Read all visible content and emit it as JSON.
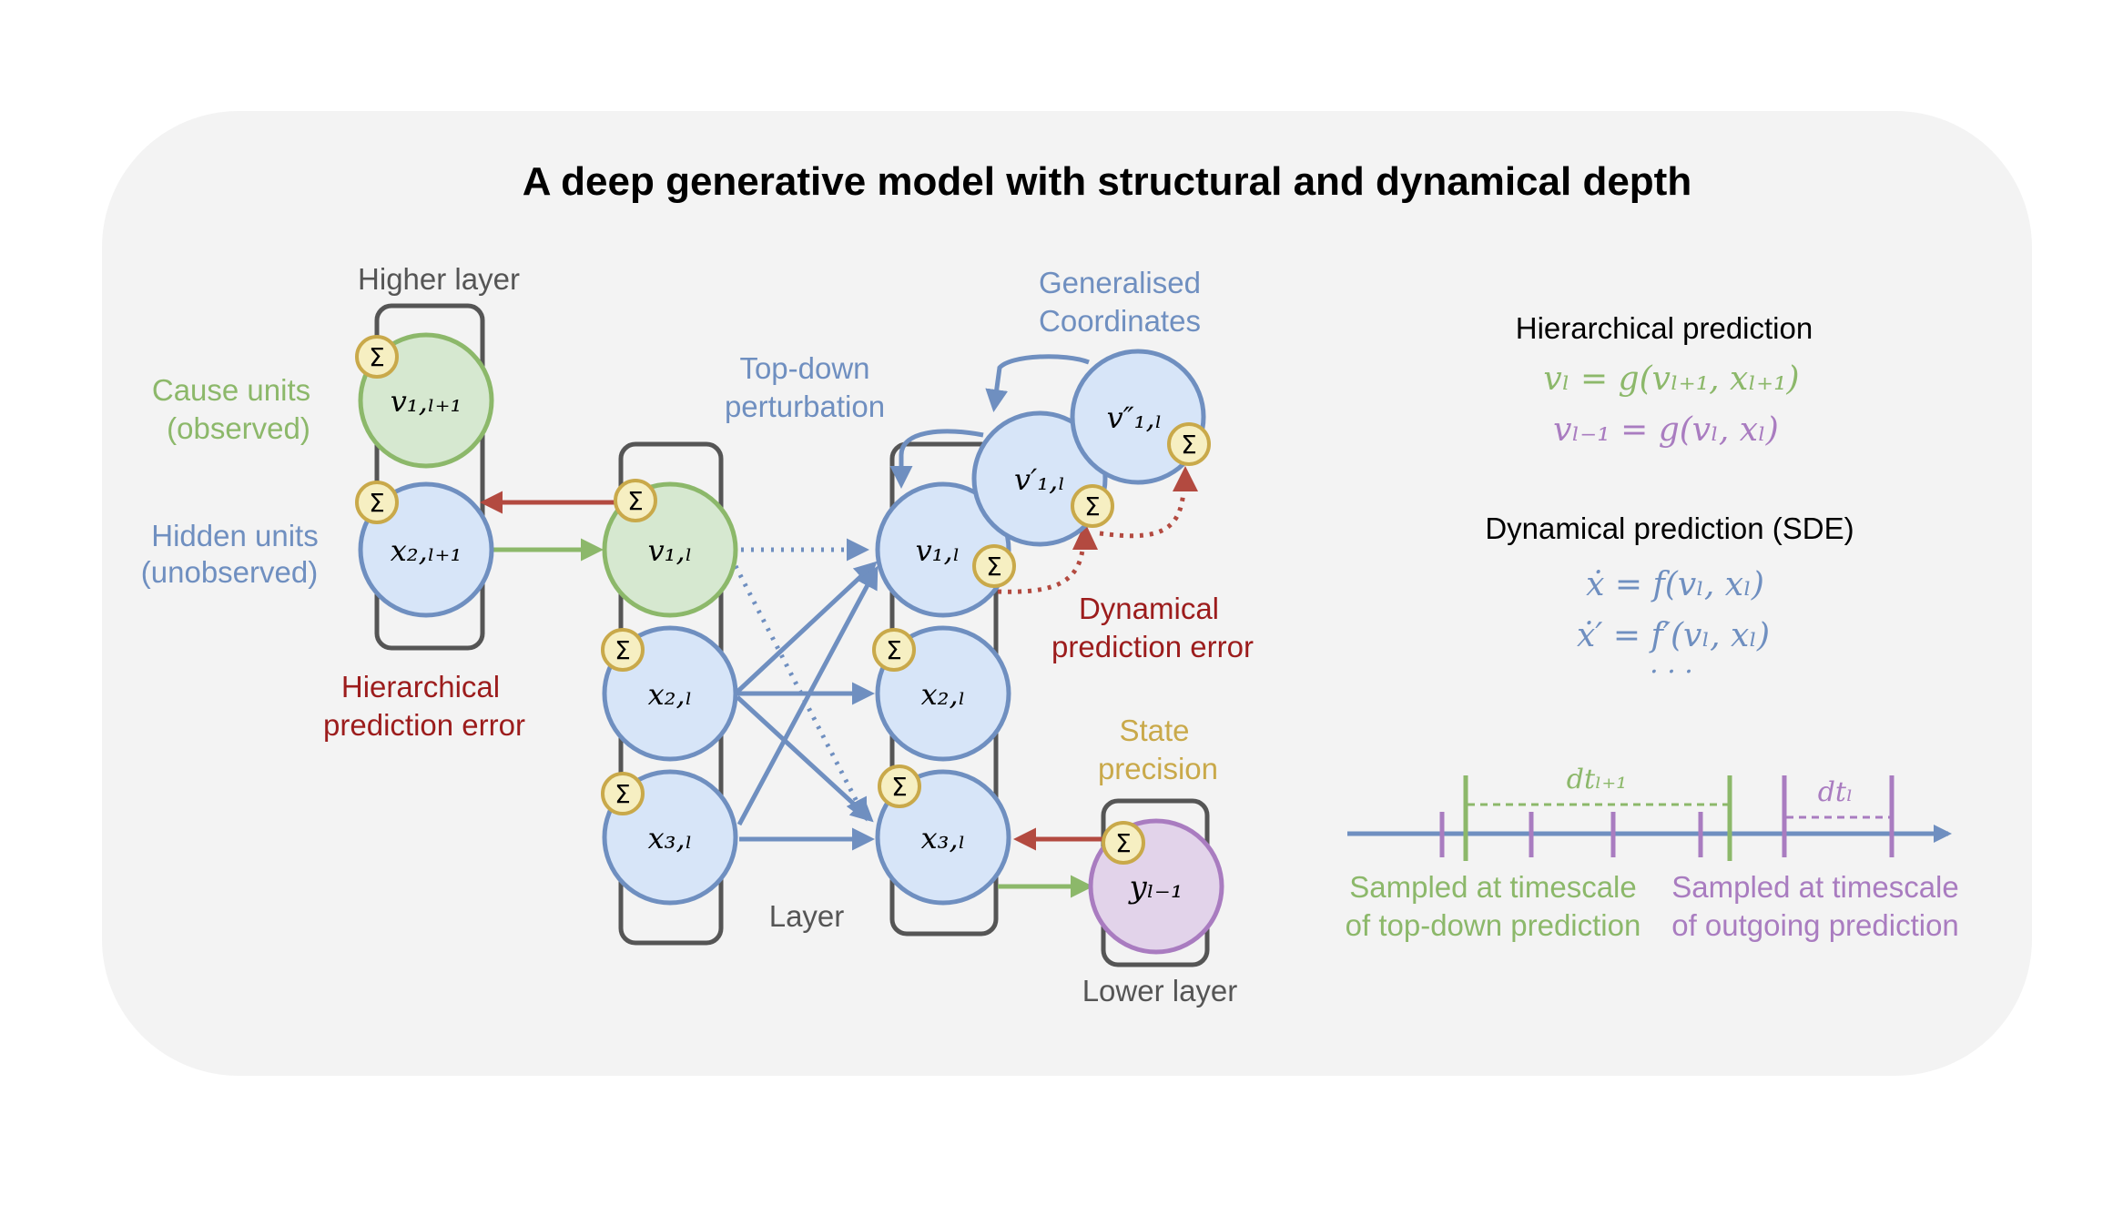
{
  "title": "A deep generative model with structural and dynamical depth",
  "colors": {
    "panel": "#f3f3f3",
    "green": "#8cb86a",
    "green_fill": "#d6e8d0",
    "blue": "#6f8fc0",
    "blue_fill": "#d7e5f8",
    "purple": "#a97cc0",
    "purple_fill": "#e2d3ea",
    "red": "#b34a40",
    "gold": "#c9a94a",
    "gold_fill": "#f6efc2",
    "gray": "#555555",
    "dark_red": "#9c1c1c",
    "label_gray": "#555555"
  },
  "labels": {
    "higher_layer": "Higher layer",
    "cause_units": [
      "Cause units",
      "(observed)"
    ],
    "hidden_units": [
      "Hidden units",
      "(unobserved)"
    ],
    "hier_error": [
      "Hierarchical",
      "prediction error"
    ],
    "top_down": [
      "Top-down",
      "perturbation"
    ],
    "generalised": [
      "Generalised",
      "Coordinates"
    ],
    "dyn_error": [
      "Dynamical",
      "prediction error"
    ],
    "state_precision": [
      "State",
      "precision"
    ],
    "layer": "Layer",
    "lower_layer": "Lower layer"
  },
  "nodes": {
    "v1_lp1": "v₁,ₗ₊₁",
    "x2_lp1": "x₂,ₗ₊₁",
    "v1_l": "v₁,ₗ",
    "x2_l": "x₂,ₗ",
    "x3_l": "x₃,ₗ",
    "v1_l_r": "v₁,ₗ",
    "x2_l_r": "x₂,ₗ",
    "x3_l_r": "x₃,ₗ",
    "v1p_l": "v′₁,ₗ",
    "v1pp_l": "v″₁,ₗ",
    "y_lm1": "yₗ₋₁"
  },
  "sigma": "Σ",
  "equations": {
    "hier_heading": "Hierarchical prediction",
    "hier_1": "vₗ = g(vₗ₊₁, xₗ₊₁)",
    "hier_2": "vₗ₋₁ = g(vₗ, xₗ)",
    "dyn_heading": "Dynamical  prediction (SDE)",
    "dyn_1": "ẋ = f(vₗ, xₗ)",
    "dyn_2": "ẋ′ = f′(vₗ, xₗ)",
    "dyn_3": "· · ·"
  },
  "timeline": {
    "dt_top": "dtₗ₊₁",
    "dt_out": "dtₗ",
    "sampled_top": [
      "Sampled at timescale",
      "of top-down prediction"
    ],
    "sampled_out": [
      "Sampled at timescale",
      "of outgoing prediction"
    ]
  }
}
